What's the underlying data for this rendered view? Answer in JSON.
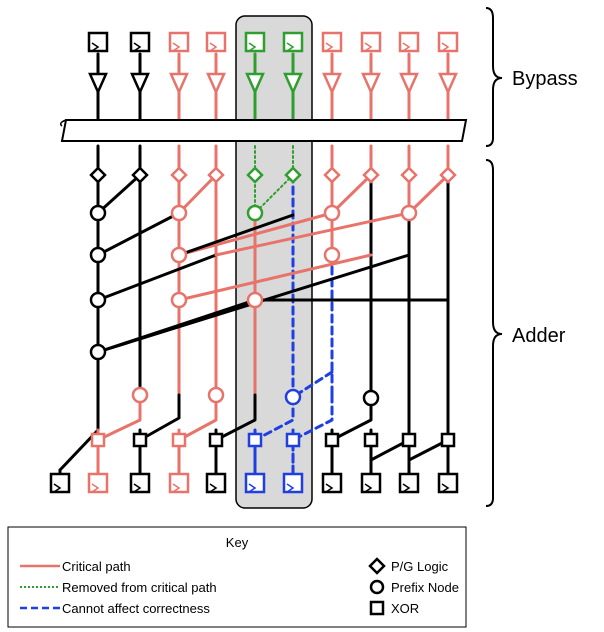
{
  "labels": {
    "bypass": "Bypass",
    "adder": "Adder"
  },
  "key": {
    "title": "Key",
    "critical_path": "Critical path",
    "removed": "Removed from critical path",
    "cannot_affect": "Cannot affect correctness",
    "pg_logic": "P/G Logic",
    "prefix_node": "Prefix Node",
    "xor": "XOR"
  },
  "colors": {
    "critical": "#e8736a",
    "removed": "#2e9e2e",
    "cannot_affect": "#1f3fe0",
    "normal": "#000000",
    "highlight_fill": "#d9d9d9"
  },
  "icons": {
    "pg_logic": "diamond",
    "prefix_node": "circle",
    "xor": "square",
    "flip_flop": "register-square-with-clock-triangle",
    "buffer": "downward-triangle",
    "brace": "curly-brace"
  }
}
